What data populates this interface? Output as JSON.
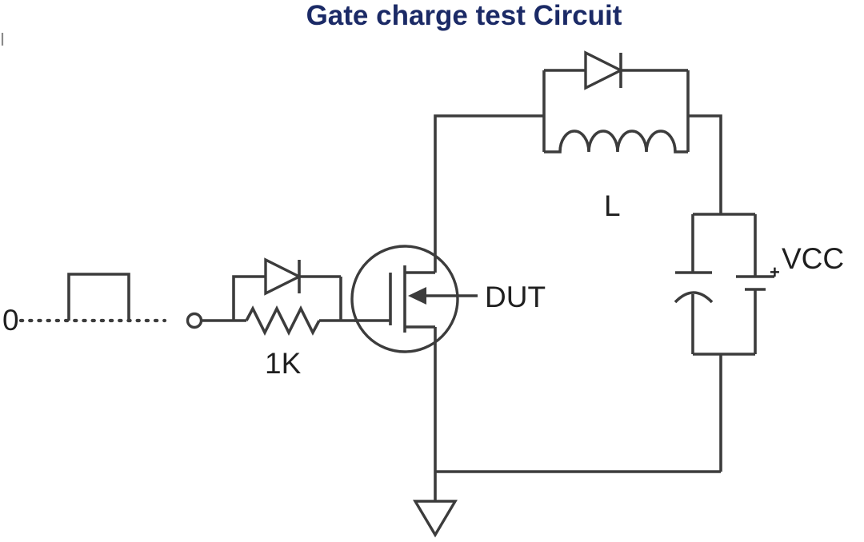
{
  "diagram": {
    "title": "Gate charge test Circuit",
    "kind": "circuit-schematic",
    "colors": {
      "title_text": "#1b2a66",
      "line_ink": "#3c3c3c",
      "label_text": "#1f1f1f",
      "background": "#ffffff"
    },
    "labels": {
      "pulse_zero": "0",
      "gate_resistor_value": "1K",
      "device_under_test": "DUT",
      "inductor": "L",
      "supply_rail": "VCC",
      "battery_polarity": "+"
    },
    "components": [
      {
        "name": "pulse-input-waveform",
        "label": "0"
      },
      {
        "name": "input-terminal"
      },
      {
        "name": "gate-diode"
      },
      {
        "name": "gate-resistor",
        "label": "1K"
      },
      {
        "name": "mosfet-device-under-test",
        "label": "DUT"
      },
      {
        "name": "freewheeling-diode"
      },
      {
        "name": "load-inductor",
        "label": "L"
      },
      {
        "name": "supply-capacitor"
      },
      {
        "name": "supply-battery",
        "label": "VCC",
        "polarity": "+"
      },
      {
        "name": "ground-symbol"
      }
    ]
  }
}
